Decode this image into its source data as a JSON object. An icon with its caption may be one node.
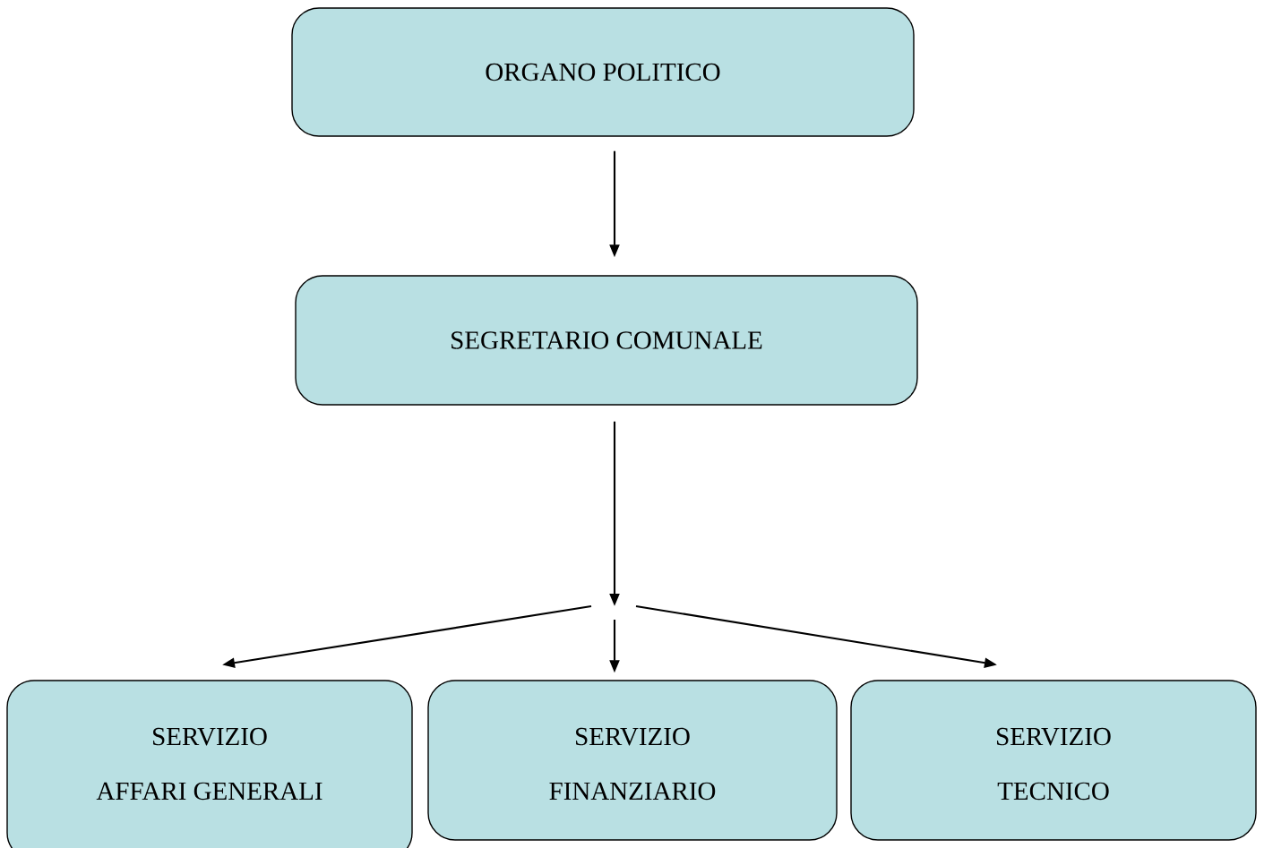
{
  "diagram": {
    "nodes": [
      {
        "text": [
          "ORGANO POLITICO"
        ]
      },
      {
        "text": [
          "SEGRETARIO COMUNALE"
        ]
      },
      {
        "text": [
          "SERVIZIO",
          "AFFARI GENERALI"
        ]
      },
      {
        "text": [
          "SERVIZIO",
          "FINANZIARIO"
        ]
      },
      {
        "text": [
          "SERVIZIO",
          "TECNICO"
        ]
      }
    ],
    "edges": [
      {
        "from": 0,
        "to": 1,
        "arrow": "to"
      },
      {
        "from": 1,
        "to": null,
        "arrow": "to"
      },
      {
        "from": null,
        "to": 2,
        "arrow": "to"
      },
      {
        "from": null,
        "to": 3,
        "arrow": "to"
      },
      {
        "from": null,
        "to": 4,
        "arrow": "to"
      }
    ]
  }
}
